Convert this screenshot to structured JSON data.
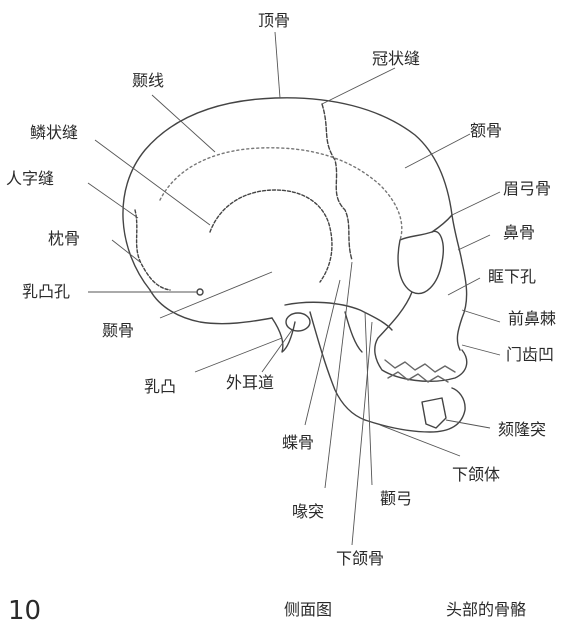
{
  "labels": {
    "parietal": "顶骨",
    "temporal_line": "颞线",
    "coronal_suture": "冠状缝",
    "squamous_suture": "鳞状缝",
    "frontal": "额骨",
    "lambdoid_suture": "人字缝",
    "lacrimal": "眉弓骨",
    "nasal": "鼻骨",
    "occipital": "枕骨",
    "infraorbital_foramen": "眶下孔",
    "mastoid_foramen": "乳凸孔",
    "anterior_nasal_spine": "前鼻棘",
    "temporal": "颞骨",
    "incisive_fossa": "门齿凹",
    "mastoid": "乳凸",
    "external_acoustic_meatus": "外耳道",
    "mental_protuberance": "颏隆突",
    "sphenoid": "蝶骨",
    "mandible_body": "下颌体",
    "coronoid_process": "喙突",
    "zygomatic_arch": "颧弓",
    "mandible": "下颌骨"
  },
  "footer": {
    "page_number": "10",
    "view": "侧面图",
    "title": "头部的骨骼"
  }
}
